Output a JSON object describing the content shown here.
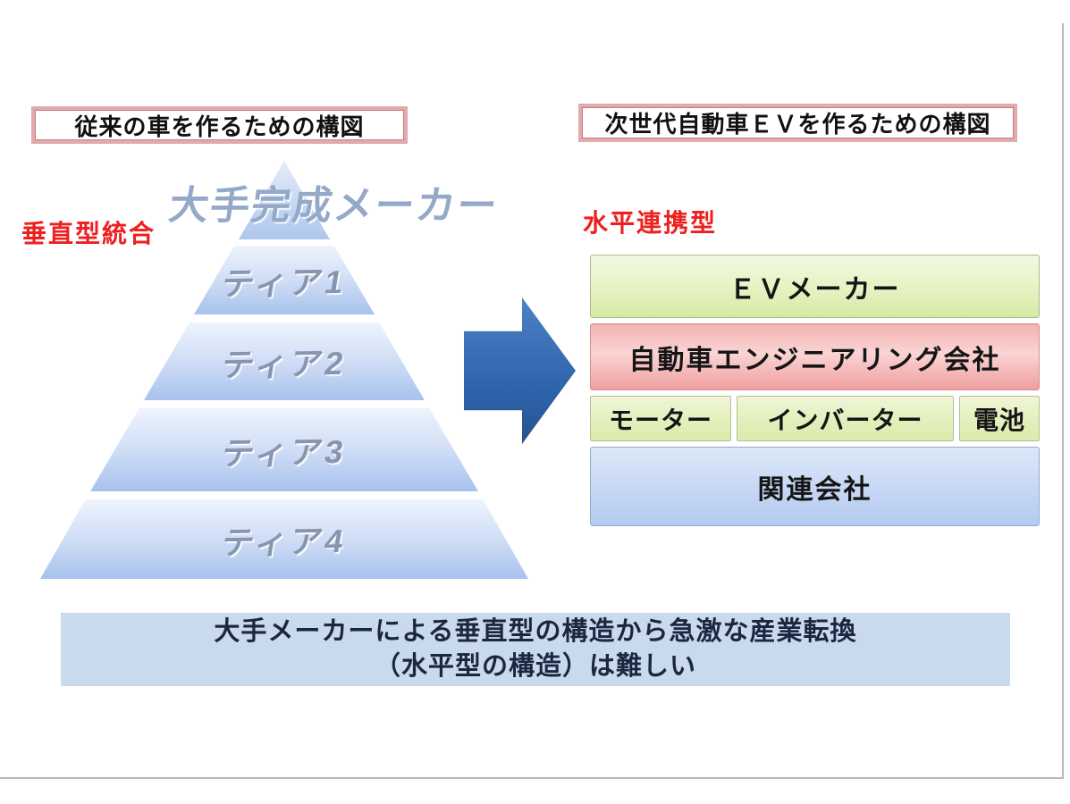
{
  "left_panel": {
    "title": "従来の車を作るための構図",
    "type_label": "垂直型統合",
    "pyramid": {
      "top_label": "大手完成メーカー",
      "tiers": [
        {
          "label": "ティア1"
        },
        {
          "label": "ティア2"
        },
        {
          "label": "ティア3"
        },
        {
          "label": "ティア4"
        }
      ]
    }
  },
  "right_panel": {
    "title": "次世代自動車ＥＶを作るための構図",
    "type_label": "水平連携型",
    "stack": {
      "row1": "ＥＶメーカー",
      "row2": "自動車エンジニアリング会社",
      "row3": [
        "モーター",
        "インバーター",
        "電池"
      ],
      "row4": "関連会社"
    }
  },
  "arrow": {
    "direction": "right",
    "color": "#2e62a9"
  },
  "banner": {
    "line1": "大手メーカーによる垂直型の構造から急激な産業転換",
    "line2": "（水平型の構造）は難しい"
  },
  "colors": {
    "title_border": "#e2aaaa",
    "red_label": "#ee1f1f",
    "green_box": "#d6eaa4",
    "pink_box": "#ef9e9e",
    "blue_box": "#b4cbf0",
    "pyramid_blue": "#a7c2ec",
    "tier_text": "#8796ae",
    "banner_bg": "#c9daed",
    "banner_text": "#1b2740"
  }
}
